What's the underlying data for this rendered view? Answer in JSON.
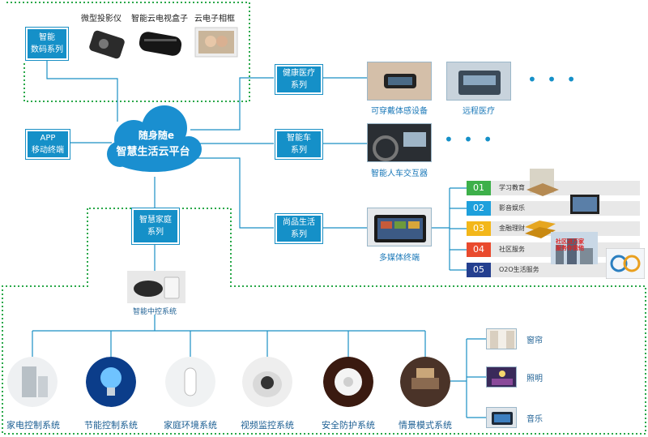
{
  "cloud": {
    "line1": "随身随e",
    "line2": "智慧生活云平台"
  },
  "digital": {
    "label_line1": "智能",
    "label_line2": "数码系列",
    "items": [
      "微型投影仪",
      "智能云电视盒子",
      "云电子相框"
    ]
  },
  "app": {
    "label_line1": "APP",
    "label_line2": "移动终端"
  },
  "health": {
    "label_line1": "健康医疗",
    "label_line2": "系列",
    "items": [
      "可穿戴体感设备",
      "远程医疗"
    ],
    "more": "• • •"
  },
  "car": {
    "label_line1": "智能车",
    "label_line2": "系列",
    "items": [
      "智能人车交互器"
    ],
    "more": "• • •"
  },
  "life": {
    "label_line1": "尚品生活",
    "label_line2": "系列",
    "items": [
      "多媒体终端"
    ]
  },
  "services": [
    {
      "num": "01",
      "label": "学习教育",
      "color": "#3db04a"
    },
    {
      "num": "02",
      "label": "影音娱乐",
      "color": "#1ea0dc"
    },
    {
      "num": "03",
      "label": "金融理财",
      "color": "#f3b71a"
    },
    {
      "num": "04",
      "label": "社区服务",
      "color": "#e94a2e"
    },
    {
      "num": "05",
      "label": "O2O生活服务",
      "color": "#243f8f"
    }
  ],
  "service_banner": {
    "line1": "社区进万家",
    "line2": "服务你我他"
  },
  "home": {
    "label_line1": "智慧家庭",
    "label_line2": "系列",
    "hub": "智能中控系统"
  },
  "systems": [
    "家电控制系统",
    "节能控制系统",
    "家庭环境系统",
    "视频监控系统",
    "安全防护系统",
    "情景模式系统"
  ],
  "scenes": [
    "窗帘",
    "照明",
    "音乐"
  ],
  "colors": {
    "accent": "#1590c8",
    "dotted": "#2aa84a",
    "line": "#1a8fc4"
  }
}
